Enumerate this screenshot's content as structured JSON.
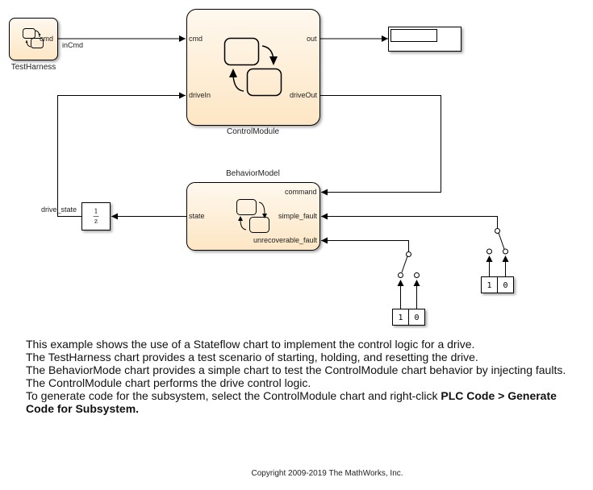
{
  "diagram": {
    "blocks": {
      "test_harness": {
        "name": "TestHarness",
        "ports": {
          "out": [
            "cmd"
          ]
        }
      },
      "control_module": {
        "name": "ControlModule",
        "ports": {
          "in": [
            "cmd",
            "driveIn"
          ],
          "out": [
            "out",
            "driveOut"
          ]
        }
      },
      "behavior_model": {
        "name": "BehaviorModel",
        "ports": {
          "in": [
            "command",
            "simple_fault",
            "unrecoverable_fault"
          ],
          "out": [
            "state"
          ]
        }
      },
      "unit_delay": {
        "numerator": "1",
        "denominator": "z"
      },
      "switch_a": {
        "values": [
          "1",
          "0"
        ]
      },
      "switch_b": {
        "values": [
          "1",
          "0"
        ]
      }
    },
    "signals": {
      "in_cmd": "inCmd",
      "drive_state": "drive_state"
    },
    "colors": {
      "chart_fill_top": "#fef7ec",
      "chart_fill_bottom": "#fde8c8",
      "line": "#000000"
    }
  },
  "description": {
    "lines": [
      "This example shows the use of a Stateflow chart to implement the control logic for a drive.",
      "The TestHarness chart provides a test scenario of starting, holding, and resetting the drive.",
      "The BehaviorMode chart provides a simple chart to test the ControlModule chart behavior by injecting faults.",
      "The ControlModule chart performs the drive control logic."
    ],
    "last_line_prefix": "To generate code for the subsystem, select the ControlModule chart and right-click ",
    "last_line_bold": "PLC Code > Generate Code for Subsystem."
  },
  "footer": {
    "copyright": "Copyright 2009-2019 The MathWorks, Inc."
  }
}
